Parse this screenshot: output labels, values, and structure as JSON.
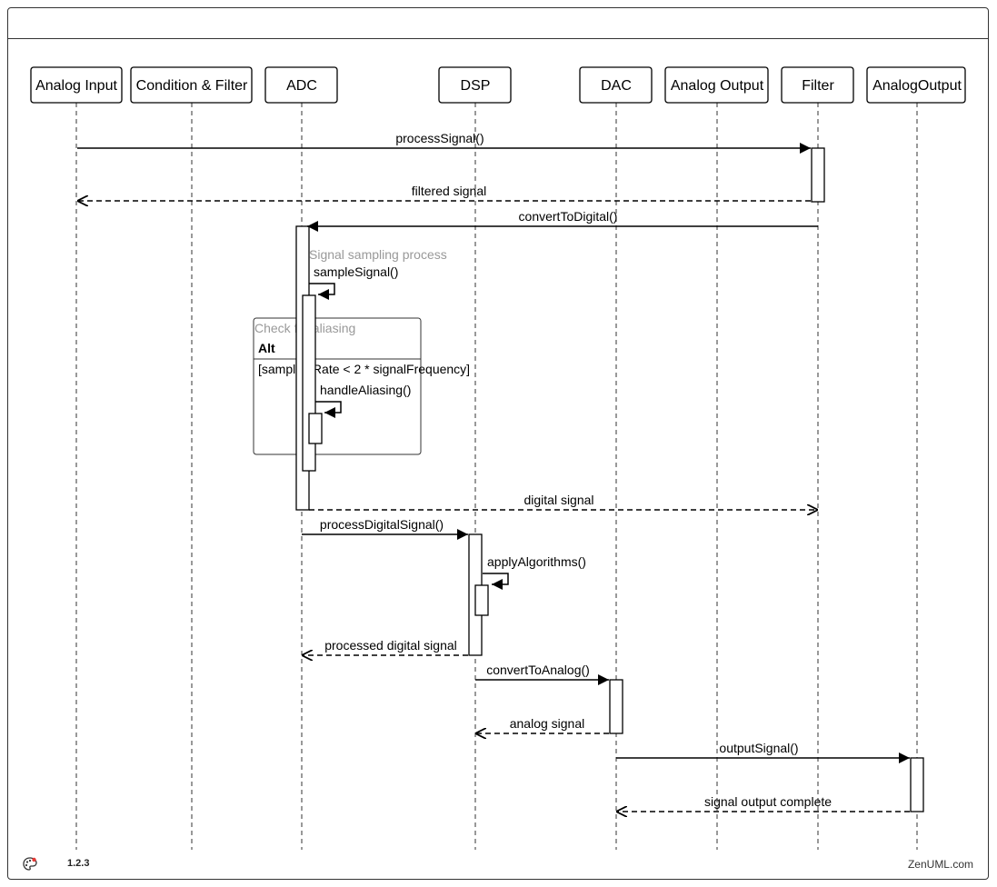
{
  "participants": [
    {
      "id": "p0",
      "name": "Analog Input"
    },
    {
      "id": "p1",
      "name": "Condition & Filter"
    },
    {
      "id": "p2",
      "name": "ADC"
    },
    {
      "id": "p3",
      "name": "DSP"
    },
    {
      "id": "p4",
      "name": "DAC"
    },
    {
      "id": "p5",
      "name": "Analog Output"
    },
    {
      "id": "p6",
      "name": "Filter"
    },
    {
      "id": "p7",
      "name": "AnalogOutput"
    }
  ],
  "messages": [
    {
      "label": "processSignal()",
      "kind": "call"
    },
    {
      "label": "filtered signal",
      "kind": "return"
    },
    {
      "label": "convertToDigital()",
      "kind": "call"
    },
    {
      "label": "Signal sampling process",
      "kind": "comment"
    },
    {
      "label": "sampleSignal()",
      "kind": "self"
    },
    {
      "label": "handleAliasing()",
      "kind": "self"
    },
    {
      "label": "digital signal",
      "kind": "return"
    },
    {
      "label": "processDigitalSignal()",
      "kind": "call"
    },
    {
      "label": "applyAlgorithms()",
      "kind": "self"
    },
    {
      "label": "processed digital signal",
      "kind": "return"
    },
    {
      "label": "convertToAnalog()",
      "kind": "call"
    },
    {
      "label": "analog signal",
      "kind": "return"
    },
    {
      "label": "outputSignal()",
      "kind": "call"
    },
    {
      "label": "signal output complete",
      "kind": "return"
    }
  ],
  "fragment": {
    "comment": "Check for aliasing",
    "operator": "Alt",
    "condition": "[samplingRate < 2 * signalFrequency]"
  },
  "footer": {
    "version": "1.2.3",
    "brand": "ZenUML.com",
    "palette_icon": "palette-icon"
  },
  "colors": {
    "stroke": "#000000",
    "comment_text": "#999999",
    "lifeline": "#333333"
  }
}
